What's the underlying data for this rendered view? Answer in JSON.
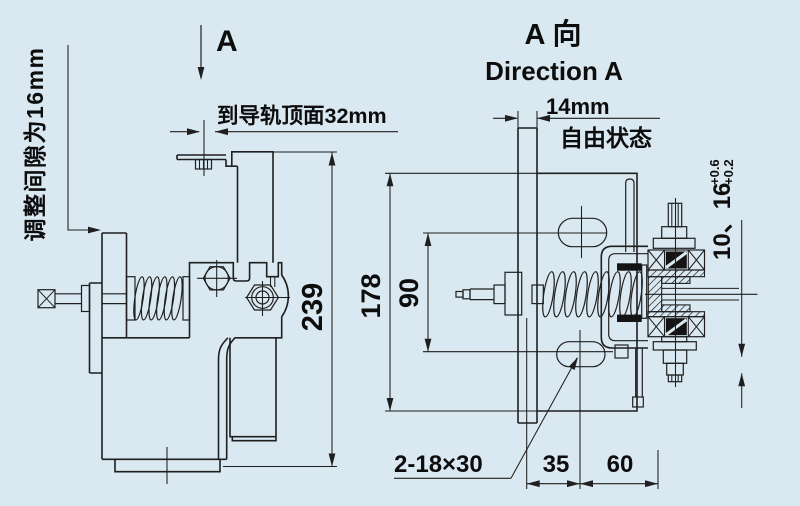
{
  "background": "#d9e8f1",
  "line_color": "#1f1f1f",
  "left_view": {
    "view_arrow_label": "A",
    "adjust_gap_label": "调整间隙为16mm",
    "rail_top_label": "到导轨顶面32mm",
    "height_dim": "239"
  },
  "right_view": {
    "title_cn": "A 向",
    "title_en": "Direction A",
    "free_dim": "14mm",
    "free_state_label": "自由状态",
    "height_dim": "178",
    "slot_span_dim": "90",
    "slot_note": "2-18×30",
    "dim_35": "35",
    "dim_60": "60",
    "gap_dim": "10、16",
    "gap_tol_upper": "+0.6",
    "gap_tol_lower": "+0.2"
  }
}
